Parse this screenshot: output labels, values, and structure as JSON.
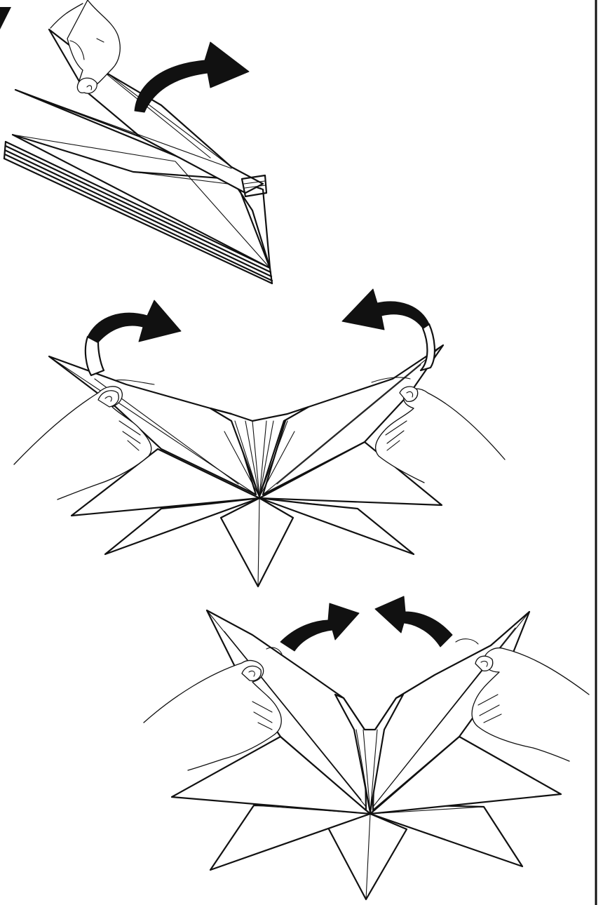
{
  "figure": {
    "steps": [
      {
        "name": "step-fold-stack",
        "arrows": [
          "curved-arrow-right"
        ]
      },
      {
        "name": "step-open-star",
        "arrows": [
          "curved-arrow-left-side",
          "curved-arrow-right-side"
        ]
      },
      {
        "name": "step-join-points",
        "arrows": [
          "arrow-left-to-center",
          "arrow-right-to-center"
        ]
      }
    ]
  },
  "colors": {
    "ink": "#111111",
    "paper": "#ffffff",
    "frame": "#111111"
  },
  "icons": [
    "hand-icon",
    "curved-arrow-icon",
    "origami-star-icon"
  ]
}
